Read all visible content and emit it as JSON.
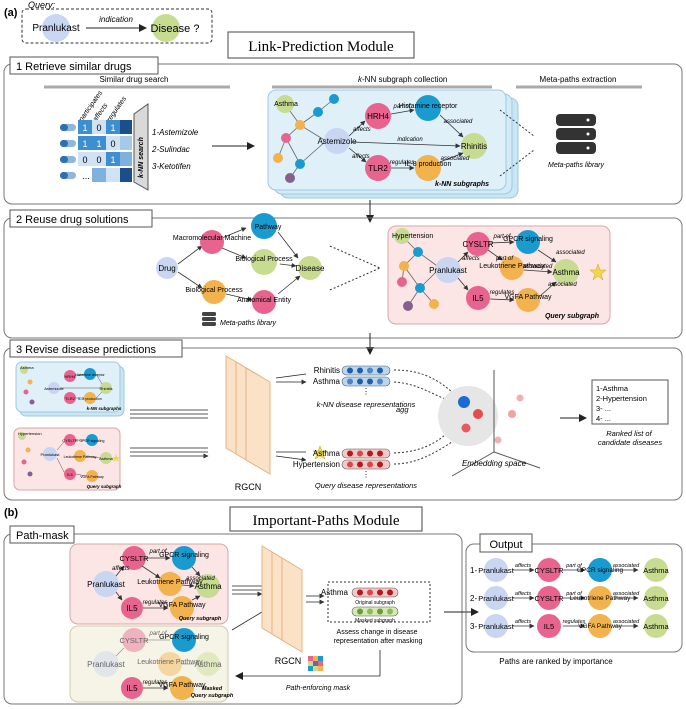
{
  "panel_a": {
    "label": "(a)"
  },
  "panel_b": {
    "label": "(b)"
  },
  "query": {
    "title": "Query:",
    "drug": "Pranlukast",
    "relation": "indication",
    "target": "Disease ?"
  },
  "link_module": {
    "title": "Link-Prediction Module",
    "section1": {
      "title": "1 Retrieve similar drugs",
      "col1": "Similar drug search",
      "col2_k": "k",
      "col2_rest": "-NN subgraph collection",
      "col3": "Meta-paths extraction",
      "matrix_cols": [
        "participates",
        "affects",
        "regulates"
      ],
      "matrix_rows": [
        [
          "1",
          "0",
          "1"
        ],
        [
          "1",
          "1",
          "0"
        ],
        [
          "0",
          "0",
          "1"
        ]
      ],
      "matrix_dots": "...",
      "knn_search": "k-NN search",
      "drugs": [
        "1-Astemizole",
        "2-Sulindac",
        "3-Ketotifen"
      ],
      "subgraph": {
        "asthma": "Asthma",
        "hrh4": "HRH4",
        "part_of": "part of",
        "histamine": "Histamine receptor",
        "associated": "associated",
        "affects": "affects",
        "astemizole": "Astemizole",
        "indication": "indication",
        "rhinitis": "Rhinitis",
        "tlr2": "TLR2",
        "regulates": "regulates",
        "il8": "IL-8 production",
        "caption": "k-NN subgraphs"
      },
      "library": "Meta-paths library"
    },
    "section2": {
      "title": "2 Reuse drug solutions",
      "drug": "Drug",
      "macro": "Macromolecular Machine",
      "pathway": "Pathway",
      "bio1": "Biological Process",
      "bio2": "Biological Process",
      "anat": "Anatomical Entity",
      "disease": "Disease",
      "library": "Meta-paths library",
      "query": {
        "hypertension": "Hypertension",
        "cysltr": "CYSLTR",
        "part_of": "part of",
        "gpcr": "GPCR signaling",
        "affects": "affects",
        "part_of2": "part of",
        "associated": "associated",
        "leuko": "Leukotriene Pathway",
        "pranlukast": "Pranlukast",
        "associated2": "associated",
        "asthma": "Asthma",
        "il5": "IL5",
        "regulates": "regulates",
        "vgfa": "VGFA Pathway",
        "associated3": "associated",
        "caption": "Query subgraph"
      }
    },
    "section3": {
      "title": "3 Revise disease predictions",
      "rgcn": "RGCN",
      "rhinitis": "Rhinitis",
      "asthma": "Asthma",
      "knn_repr": "k-NN disease representations",
      "asthma_q": "Asthma",
      "hypertension": "Hypertension",
      "query_repr": "Query disease representations",
      "agg": "agg",
      "embedding": "Embedding space",
      "ranked": [
        "1-Asthma",
        "2-Hypertension",
        "3- ...",
        "4- ..."
      ],
      "ranked_caption": "Ranked list of candidate diseases",
      "mini_knn_caption": "k-NN subgraphs",
      "mini_query_caption": "Query subgraph",
      "mini": {
        "asthma": "Asthma",
        "hrh4": "HRH4",
        "histamine": "Histamine receptor",
        "astemizole": "Astemizole",
        "rhinitis": "Rhinitis",
        "tlr2": "TLR2",
        "il8": "IL-8 production",
        "hypertension": "Hypertension",
        "cysltr": "CYSLTR",
        "gpcr": "GPCR signaling",
        "pranlukast": "Pranlukast",
        "leuko": "Leukotriene Pathway",
        "il5": "IL5",
        "vgfa": "VGFA Pathway"
      }
    }
  },
  "paths_module": {
    "title": "Important-Paths Module",
    "pathmask": {
      "title": "Path-mask",
      "query_caption": "Query subgraph",
      "masked_caption": "Masked Query subgraph",
      "cysltr": "CYSLTR",
      "gpcr": "GPCR signaling",
      "pranlukast": "Pranlukast",
      "leuko": "Leukotriene Pathway",
      "asthma": "Asthma",
      "il5": "IL5",
      "vgfa": "VGFA Pathway",
      "part_of": "part of",
      "affects": "affects",
      "associated": "associated",
      "regulates": "regulates",
      "rgcn": "RGCN",
      "asthma_label": "Asthma",
      "orig_sub": "Original subgraph",
      "masked_sub": "Masked subgraph",
      "assess": "Assess change in disease representation after masking",
      "mask_label": "Path-enforcing mask"
    },
    "output": {
      "title": "Output",
      "paths": [
        {
          "n": "1-",
          "drug": "Pranlukast",
          "r1": "affects",
          "mid": "CYSLTR",
          "r2": "part of",
          "end": "GPCR signaling",
          "r3": "associated",
          "dis": "Asthma"
        },
        {
          "n": "2-",
          "drug": "Pranlukast",
          "r1": "affects",
          "mid": "CYSLTR",
          "r2": "part of",
          "end": "Leukotriene Pathway",
          "r3": "associated",
          "dis": "Asthma"
        },
        {
          "n": "3-",
          "drug": "Pranlukast",
          "r1": "affects",
          "mid": "IL5",
          "r2": "regulates",
          "end": "VGFA Pathway",
          "r3": "associated",
          "dis": "Asthma"
        }
      ],
      "caption": "Paths are ranked by importance"
    }
  },
  "colors": {
    "pink": "#e8648e",
    "blue": "#1a9bd0",
    "orange": "#f2b24d",
    "green": "#c7dc91",
    "purple": "#85608e",
    "lav": "#c8d6f2",
    "lightblue": "#d5ecf8",
    "lightpink": "#fbe5e5",
    "cream": "#f6f4e6"
  }
}
